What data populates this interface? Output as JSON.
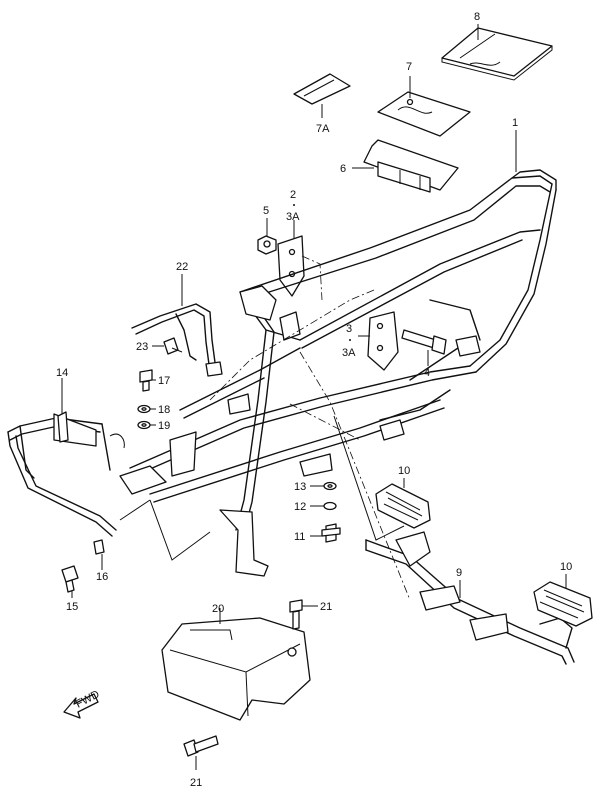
{
  "callouts": {
    "c1": "1",
    "c2": "2",
    "c3": "3",
    "c3a_top": "3A",
    "c3a_mid": "3A",
    "c4": "4",
    "c5": "5",
    "c6": "6",
    "c7": "7",
    "c7a": "7A",
    "c8": "8",
    "c9": "9",
    "c10_top": "10",
    "c10_right": "10",
    "c11": "11",
    "c12": "12",
    "c13": "13",
    "c14": "14",
    "c15": "15",
    "c16": "16",
    "c17": "17",
    "c18": "18",
    "c19": "19",
    "c20": "20",
    "c21_top": "21",
    "c21_bottom": "21",
    "c22": "22",
    "c23": "23"
  },
  "fwd_arrow": {
    "label": "FWD",
    "icon": "fwd-arrow-icon"
  }
}
